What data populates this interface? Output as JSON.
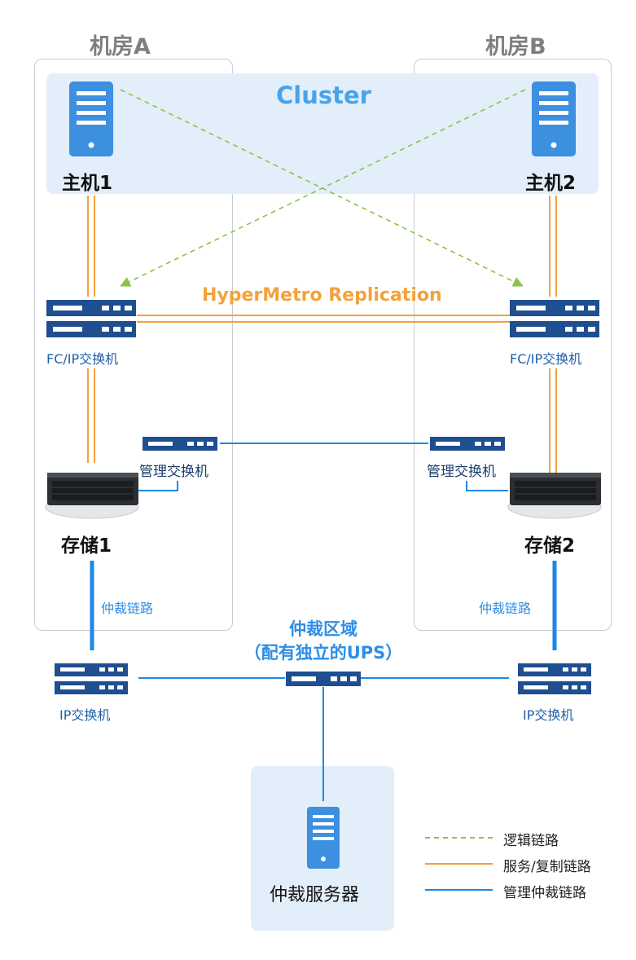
{
  "rooms": {
    "a_title": "机房A",
    "b_title": "机房B"
  },
  "cluster": {
    "title": "Cluster"
  },
  "hosts": {
    "host1": "主机1",
    "host2": "主机2"
  },
  "replication": {
    "label": "HyperMetro Replication"
  },
  "fc_switches": {
    "left": "FC/IP交换机",
    "right": "FC/IP交换机"
  },
  "mgmt_switches": {
    "left": "管理交换机",
    "right": "管理交换机"
  },
  "storage": {
    "s1": "存储1",
    "s2": "存储2"
  },
  "arbitration_links": {
    "left": "仲裁链路",
    "right": "仲裁链路"
  },
  "arbitration_zone": {
    "line1": "仲裁区域",
    "line2": "（配有独立的UPS）"
  },
  "ip_switches": {
    "left": "IP交换机",
    "right": "IP交换机"
  },
  "arbitration_server": {
    "label": "仲裁服务器"
  },
  "legend": {
    "logical": "逻辑链路",
    "service": "服务/复制链路",
    "management": "管理仲裁链路"
  },
  "colors": {
    "logical": "#8bc34a",
    "service": "#f3a23b",
    "management": "#1e88e5",
    "device_dark": "#1f4e91",
    "server_blue": "#3d8fe0"
  }
}
